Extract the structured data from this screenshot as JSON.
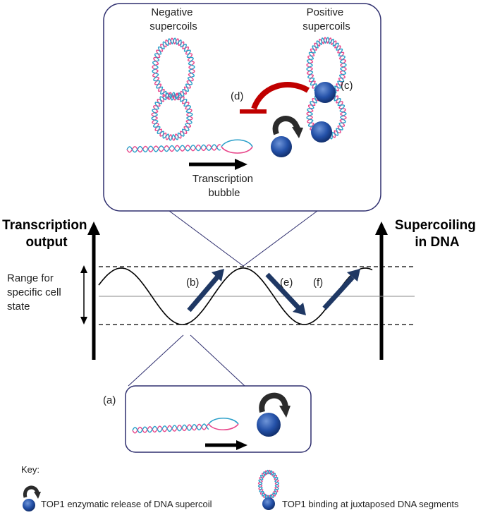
{
  "top_panel": {
    "negative_label": [
      "Negative",
      "supercoils"
    ],
    "positive_label": [
      "Positive",
      "supercoils"
    ],
    "label_c": "(c)",
    "label_d": "(d)",
    "bubble_label": [
      "Transcription",
      "bubble"
    ]
  },
  "axes": {
    "left_title": [
      "Transcription",
      "output"
    ],
    "right_title": [
      "Supercoiling",
      "in DNA"
    ],
    "range_label": [
      "Range for",
      "specific cell",
      "state"
    ]
  },
  "wave_labels": {
    "b": "(b)",
    "e": "(e)",
    "f": "(f)"
  },
  "bottom_panel": {
    "label_a": "(a)"
  },
  "key": {
    "title": "Key:",
    "item1": "TOP1 enzymatic release of DNA supercoil",
    "item2": "TOP1 binding at juxtaposed DNA segments"
  },
  "colors": {
    "strand_pink": "#e8478b",
    "strand_blue": "#2a9fc9",
    "top1_blue": "#1f4fa8",
    "inhibit_red": "#c00000",
    "arrow_navy": "#1f3864",
    "panel_border": "#2e2e6e"
  }
}
